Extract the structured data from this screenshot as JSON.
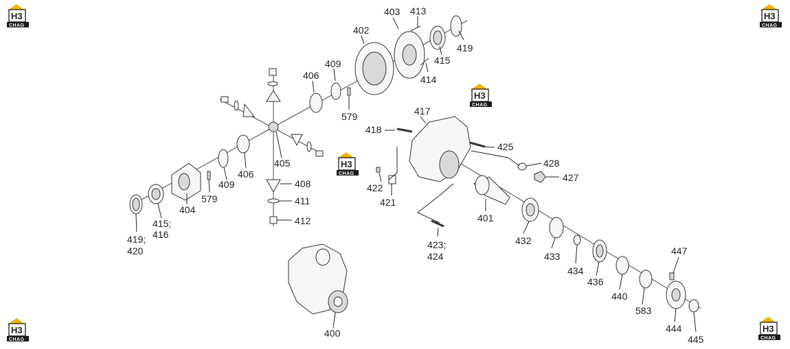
{
  "brand": {
    "logo_main": "H3",
    "logo_sub": "CHAG",
    "colors": {
      "roof": "#f2b400",
      "dark": "#1a1a1a"
    }
  },
  "callouts": [
    {
      "id": "c413",
      "text": "413"
    },
    {
      "id": "c403",
      "text": "403"
    },
    {
      "id": "c402",
      "text": "402"
    },
    {
      "id": "c419a",
      "text": "419"
    },
    {
      "id": "c415a",
      "text": "415"
    },
    {
      "id": "c414",
      "text": "414"
    },
    {
      "id": "c409a",
      "text": "409"
    },
    {
      "id": "c406a",
      "text": "406"
    },
    {
      "id": "c579a",
      "text": "579"
    },
    {
      "id": "c417",
      "text": "417"
    },
    {
      "id": "c418",
      "text": "418"
    },
    {
      "id": "c425",
      "text": "425"
    },
    {
      "id": "c428",
      "text": "428"
    },
    {
      "id": "c427",
      "text": "427"
    },
    {
      "id": "c405",
      "text": "405"
    },
    {
      "id": "c406b",
      "text": "406"
    },
    {
      "id": "c409b",
      "text": "409"
    },
    {
      "id": "c579b",
      "text": "579"
    },
    {
      "id": "c404",
      "text": "404"
    },
    {
      "id": "c415b",
      "text": "415;"
    },
    {
      "id": "c416",
      "text": "416"
    },
    {
      "id": "c419b",
      "text": "419;"
    },
    {
      "id": "c420",
      "text": "420"
    },
    {
      "id": "c408",
      "text": "408"
    },
    {
      "id": "c411",
      "text": "411"
    },
    {
      "id": "c412",
      "text": "412"
    },
    {
      "id": "c422",
      "text": "422"
    },
    {
      "id": "c421",
      "text": "421"
    },
    {
      "id": "c401",
      "text": "401"
    },
    {
      "id": "c423",
      "text": "423;"
    },
    {
      "id": "c424",
      "text": "424"
    },
    {
      "id": "c432",
      "text": "432"
    },
    {
      "id": "c433",
      "text": "433"
    },
    {
      "id": "c434",
      "text": "434"
    },
    {
      "id": "c436",
      "text": "436"
    },
    {
      "id": "c440",
      "text": "440"
    },
    {
      "id": "c583",
      "text": "583"
    },
    {
      "id": "c447",
      "text": "447"
    },
    {
      "id": "c444",
      "text": "444"
    },
    {
      "id": "c445",
      "text": "445"
    },
    {
      "id": "c400",
      "text": "400"
    }
  ]
}
